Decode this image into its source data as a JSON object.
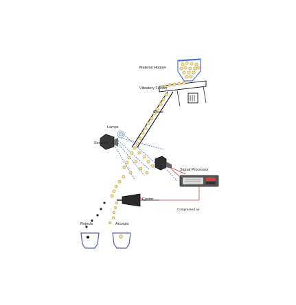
{
  "labels": {
    "material_hopper": "Material Hopper",
    "vibratory_feeder": "Vibratory Feeder",
    "chute": "Chute",
    "lamps": "Lamps",
    "sensors": "Sensors",
    "signal_processor": "Signal Processor",
    "ejector": "Ejector",
    "compressed_air": "Compressed air",
    "rejects": "Rejects",
    "accepts": "Accepts"
  },
  "colors": {
    "particle_fill": "#f3e2a6",
    "particle_outline": "#b8962e",
    "reject_particle": "#222222",
    "hopper_blue": "#4a6fd8",
    "chute_outline": "#222222",
    "processor_body": "#555555",
    "processor_panel": "#d9d9d9",
    "processor_led": "#e23b3b",
    "signal_wire": "#d33a3a",
    "sensor_ray": "#2b56c9",
    "bin_outline": "#5a5fa6"
  }
}
